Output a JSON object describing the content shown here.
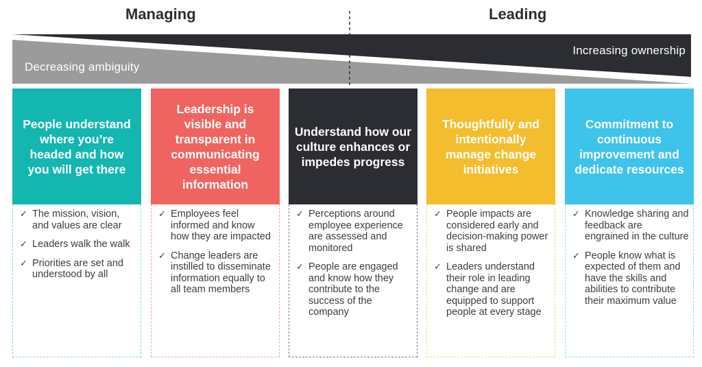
{
  "headers": {
    "managing": "Managing",
    "leading": "Leading"
  },
  "wedges": {
    "ownership_label": "Increasing ownership",
    "ambiguity_label": "Decreasing ambiguity",
    "ownership_color": "#2b2d33",
    "ambiguity_color": "#9b9b9b"
  },
  "columns": [
    {
      "title": "People understand where you’re headed and how you will get there",
      "color": "#13b7b0",
      "items": [
        "The mission, vision, and values are clear",
        "Leaders walk the walk",
        "Priorities are set and understood by all"
      ]
    },
    {
      "title": "Leadership is visible and transparent in communicating essential information",
      "color": "#ef6461",
      "items": [
        "Employees feel informed and know how they are impacted",
        "Change leaders are instilled to disseminate information equally to all team members"
      ]
    },
    {
      "title": "Understand how our culture enhances or impedes progress",
      "color": "#2b2d33",
      "items": [
        "Perceptions around employee experience are assessed and monitored",
        "People are engaged and know how they contribute to the success of the company"
      ]
    },
    {
      "title": "Thoughtfully and intentionally manage change initiatives",
      "color": "#f3bd2d",
      "items": [
        "People impacts are considered early and decision-making power is shared",
        "Leaders understand their role in leading change and are equipped to support people at every stage"
      ]
    },
    {
      "title": "Commitment to continuous improvement and dedicate resources",
      "color": "#3ec3ea",
      "items": [
        "Knowledge sharing and feedback are engrained in the culture",
        "People know what is expected of them and have the skills and abilities to contribute their maximum value"
      ]
    }
  ]
}
